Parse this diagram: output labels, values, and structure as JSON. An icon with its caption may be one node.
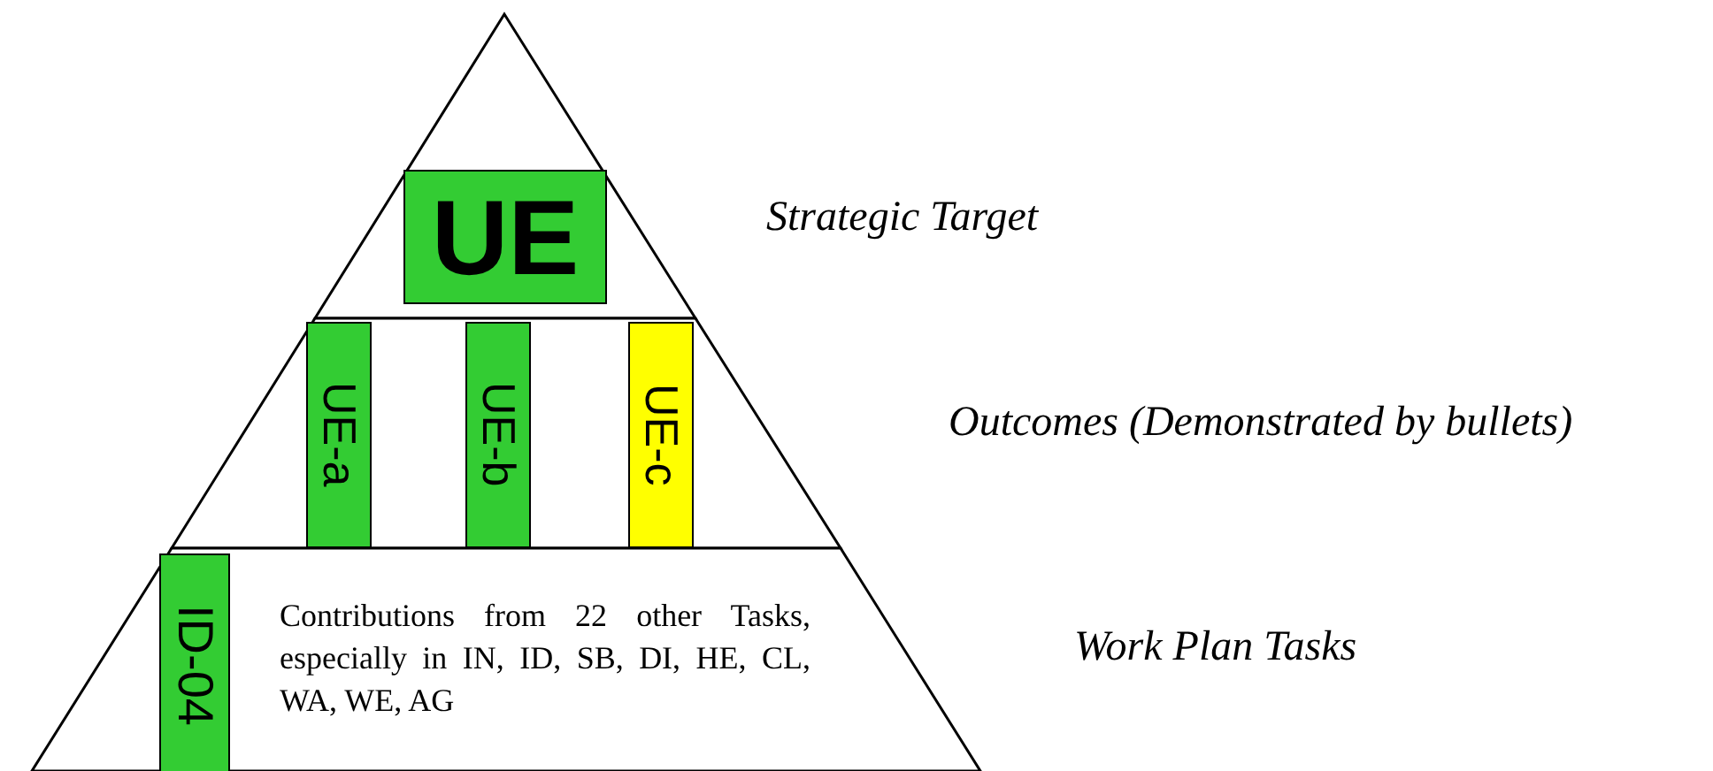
{
  "diagram": {
    "nodes": [
      {
        "text": [],
        "shape": "triangle",
        "beside": [
          "Strategic Target"
        ]
      },
      {
        "text": [
          "UE"
        ],
        "in": 0
      },
      {
        "text": [],
        "shape": "trapezoid",
        "beside": [
          "Outcomes (Demonstrated by bullets)"
        ]
      },
      {
        "text": [
          "UE-a"
        ],
        "in": 2
      },
      {
        "text": [
          "UE-b"
        ],
        "in": 2
      },
      {
        "text": [
          "UE-c"
        ],
        "in": 2
      },
      {
        "text": [
          "Contributions from 22 other Tasks, especially in IN, ID, SB, DI, HE, CL, WA, WE, AG"
        ],
        "beside": [
          "Work Plan Tasks"
        ]
      },
      {
        "text": [
          "ID-04"
        ],
        "in": 6
      }
    ],
    "edges": []
  }
}
